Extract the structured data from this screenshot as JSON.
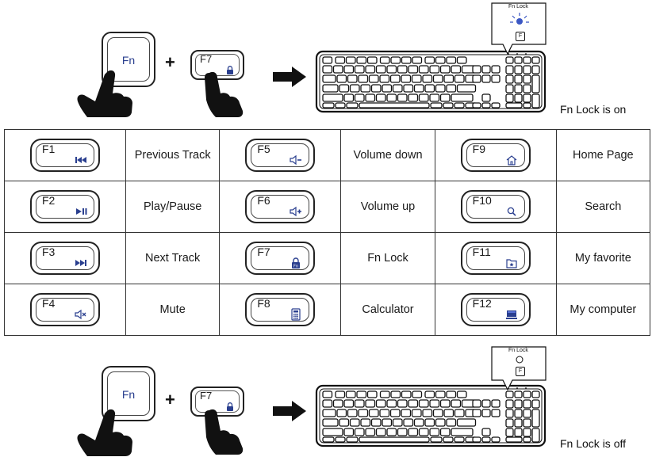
{
  "top_diagram": {
    "fn_key_label": "Fn",
    "second_key_label": "F7",
    "callout_label": "Fn Lock",
    "callout_key": "F",
    "status": "Fn Lock is on"
  },
  "bottom_diagram": {
    "fn_key_label": "Fn",
    "second_key_label": "F7",
    "callout_label": "Fn Lock",
    "callout_key": "F",
    "status": "Fn Lock is off"
  },
  "function_keys": [
    [
      {
        "key": "F1",
        "icon": "previous-track-icon",
        "function": "Previous Track"
      },
      {
        "key": "F5",
        "icon": "volume-down-icon",
        "function": "Volume down"
      },
      {
        "key": "F9",
        "icon": "home-icon",
        "function": "Home Page"
      }
    ],
    [
      {
        "key": "F2",
        "icon": "play-pause-icon",
        "function": "Play/Pause"
      },
      {
        "key": "F6",
        "icon": "volume-up-icon",
        "function": "Volume up"
      },
      {
        "key": "F10",
        "icon": "search-icon",
        "function": "Search"
      }
    ],
    [
      {
        "key": "F3",
        "icon": "next-track-icon",
        "function": "Next Track"
      },
      {
        "key": "F7",
        "icon": "fn-lock-icon",
        "function": "Fn Lock"
      },
      {
        "key": "F11",
        "icon": "favorite-folder-icon",
        "function": "My favorite"
      }
    ],
    [
      {
        "key": "F4",
        "icon": "mute-icon",
        "function": "Mute"
      },
      {
        "key": "F8",
        "icon": "calculator-icon",
        "function": "Calculator"
      },
      {
        "key": "F12",
        "icon": "computer-icon",
        "function": "My computer"
      }
    ]
  ],
  "colors": {
    "icon_blue": "#2a3f8f",
    "led_blue": "#3b57c4",
    "ink": "#1a1a1a"
  }
}
